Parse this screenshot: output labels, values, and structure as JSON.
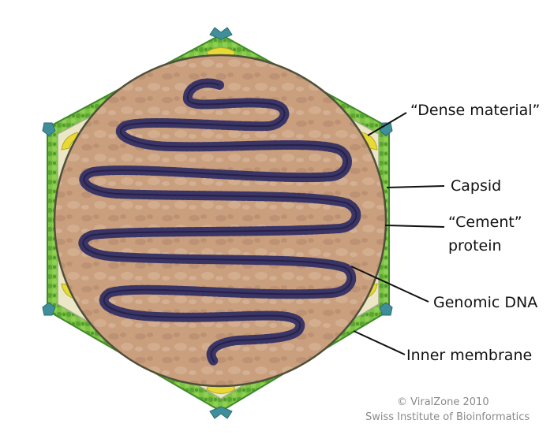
{
  "labels": {
    "dense_material": "“Dense material”",
    "capsid": "Capsid",
    "cement_line1": "“Cement”",
    "cement_line2": "protein",
    "genomic_dna": "Genomic DNA",
    "inner_membrane": "Inner membrane"
  },
  "credits": {
    "line1": "© ViralZone 2010",
    "line2": "Swiss Institute of Bioinformatics"
  },
  "colors": {
    "capsid_green": "#6fba3c",
    "capsid_dark": "#3f8a2a",
    "vertex_teal": "#3f8f9a",
    "dense_yellow": "#e9dc3a",
    "interior_tan": "#c9a080",
    "dna_purple": "#3b3566",
    "membrane": "#bfc9a0"
  }
}
